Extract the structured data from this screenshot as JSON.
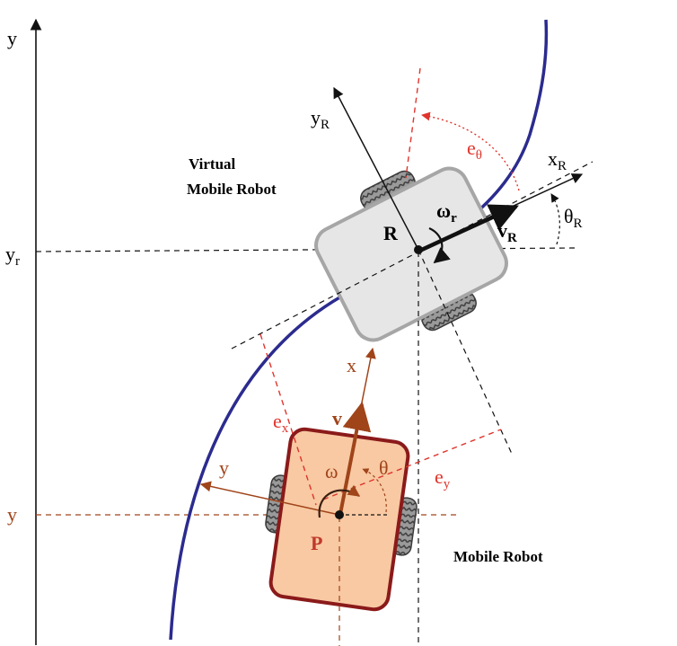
{
  "axes": {
    "y_axis_label": "y",
    "y_r_tick_base": "y",
    "y_r_tick_sub": "r",
    "y_tick": "y"
  },
  "virtual_robot": {
    "title_line1": "Virtual",
    "title_line2": "Mobile Robot",
    "center_label": "R",
    "x_axis_base": "x",
    "x_axis_sub": "R",
    "y_axis_base": "y",
    "y_axis_sub": "R",
    "angle_base": "θ",
    "angle_sub": "R",
    "velocity_base": "v",
    "velocity_sub": "R",
    "omega_base": "ω",
    "omega_sub": "r",
    "body_color": "#e6e6e6",
    "body_stroke": "#a6a6a6"
  },
  "mobile_robot": {
    "title": "Mobile Robot",
    "center_label": "P",
    "x_axis_label": "x",
    "y_axis_label": "y",
    "velocity_label": "v",
    "omega_label": "ω",
    "angle_label": "θ",
    "body_color": "#f8c9a3",
    "body_stroke": "#8b1a1a",
    "arrow_color": "#a0441a"
  },
  "errors": {
    "e_x_base": "e",
    "e_x_sub": "x",
    "e_y_base": "e",
    "e_y_sub": "y",
    "e_theta_base": "e",
    "e_theta_sub": "θ",
    "color": "#e0342c"
  },
  "path": {
    "color": "#2b2b8f"
  }
}
